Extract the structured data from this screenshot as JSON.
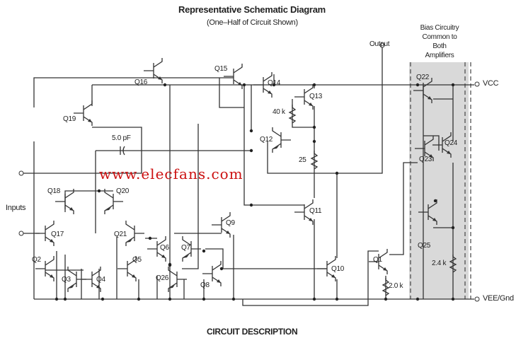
{
  "title": "Representative Schematic Diagram",
  "subtitle": "(One–Half of Circuit Shown)",
  "bias_label": [
    "Bias Circuitry",
    "Common to Both",
    "Amplifiers"
  ],
  "output_label": "Output",
  "vcc_label": "VCC",
  "vee_label": "VEE/Gnd",
  "inputs_label": "Inputs",
  "components": {
    "capacitor": "5.0 pF",
    "r_40k": "40 k",
    "r_25": "25",
    "r_2k": "2.0 k",
    "r_24k": "2.4 k"
  },
  "transistors": [
    "Q1",
    "Q2",
    "Q3",
    "Q4",
    "Q5",
    "Q6",
    "Q7",
    "Q8",
    "Q9",
    "Q10",
    "Q11",
    "Q12",
    "Q13",
    "Q14",
    "Q15",
    "Q16",
    "Q17",
    "Q18",
    "Q19",
    "Q20",
    "Q21",
    "Q22",
    "Q23",
    "Q24",
    "Q25",
    "Q26"
  ],
  "watermark": "www.elecfans.com",
  "footer_heading": "CIRCUIT DESCRIPTION",
  "colors": {
    "shade": "#d9d9d9",
    "watermark": "#cc1111",
    "wire": "#333333"
  }
}
